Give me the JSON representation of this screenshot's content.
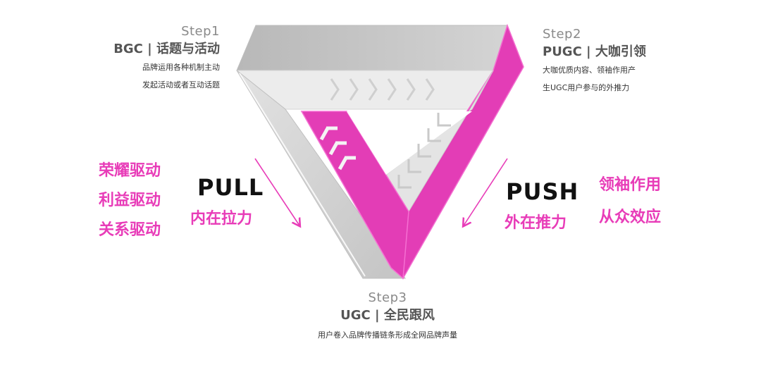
{
  "steps": [
    {
      "label": "Step1",
      "title": "BGC | 话题与活动",
      "desc": [
        "品牌运用各种机制主动",
        "发起活动或者互动话题"
      ]
    },
    {
      "label": "Step2",
      "title": "PUGC | 大咖引领",
      "desc": [
        "大咖优质内容、领袖作用产",
        "生UGC用户参与的外推力"
      ]
    },
    {
      "label": "Step3",
      "title": "UGC | 全民跟风",
      "desc": [
        "用户卷入品牌传播链条形成全网品牌声量"
      ]
    }
  ],
  "pull": {
    "label": "PULL",
    "subtitle": "内在拉力",
    "drivers": [
      "荣耀驱动",
      "利益驱动",
      "关系驱动"
    ]
  },
  "push": {
    "label": "PUSH",
    "subtitle": "外在推力",
    "drivers": [
      "领袖作用",
      "从众效应"
    ]
  },
  "colors": {
    "accent_pink": "#e83cb8",
    "bar_gray": "#c8c8c8",
    "bar_light": "#e6e6e6",
    "text_dark": "#111111",
    "text_gray": "#8a8a8a"
  },
  "icons": {
    "chevrons_top": "chevron-right-icon",
    "chevrons_left": "chevron-up-left-icon",
    "chevrons_right": "chevron-down-left-icon",
    "pull_arrow": "arrow-down-right-icon",
    "push_arrow": "arrow-down-left-icon"
  }
}
